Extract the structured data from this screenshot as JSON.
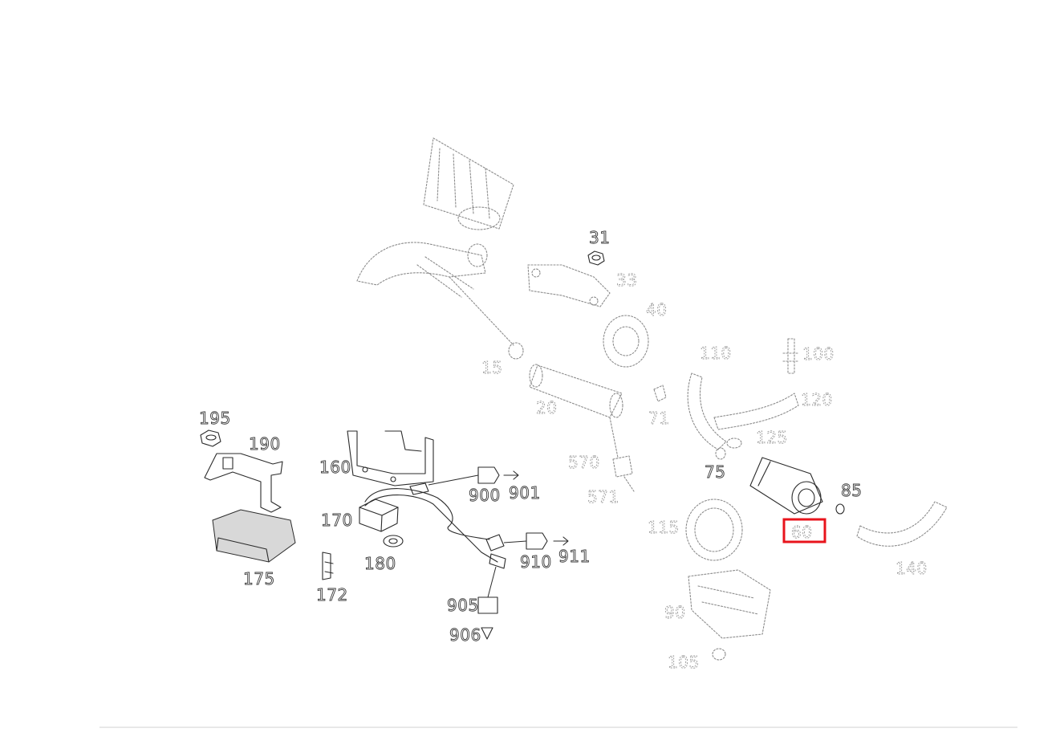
{
  "callouts": {
    "c31": "31",
    "c33": "33",
    "c40": "40",
    "c15": "15",
    "c20": "20",
    "c71": "71",
    "c570": "570",
    "c571": "571",
    "c110": "110",
    "c100": "100",
    "c120": "120",
    "c125": "125",
    "c75": "75",
    "c85": "85",
    "c60": "60",
    "c115": "115",
    "c140": "140",
    "c90": "90",
    "c105": "105",
    "c195": "195",
    "c190": "190",
    "c175": "175",
    "c160": "160",
    "c170": "170",
    "c172": "172",
    "c180": "180",
    "c900": "900",
    "c901": "901",
    "c910": "910",
    "c911": "911",
    "c905": "905",
    "c906": "906"
  },
  "highlight": {
    "target": "60",
    "color": "#e8141c"
  },
  "colors": {
    "line": "#2b2b2b",
    "ghost": "#8c8c8c",
    "background": "#ffffff"
  }
}
